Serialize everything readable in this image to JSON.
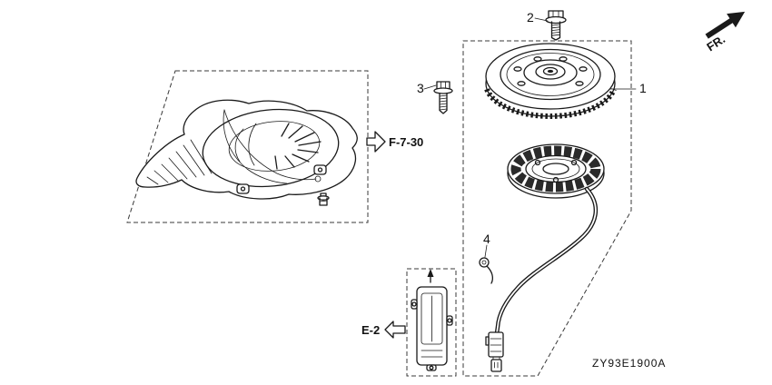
{
  "page": {
    "background_color": "#ffffff",
    "line_color": "#1a1a1a"
  },
  "diagram": {
    "drawing_code": "ZY93E1900A",
    "direction_label": "FR.",
    "callouts": [
      {
        "id": "1"
      },
      {
        "id": "2"
      },
      {
        "id": "3"
      },
      {
        "id": "4"
      }
    ],
    "references": [
      {
        "label": "F-7-30",
        "direction": "right"
      },
      {
        "label": "E-2",
        "direction": "left"
      }
    ]
  }
}
